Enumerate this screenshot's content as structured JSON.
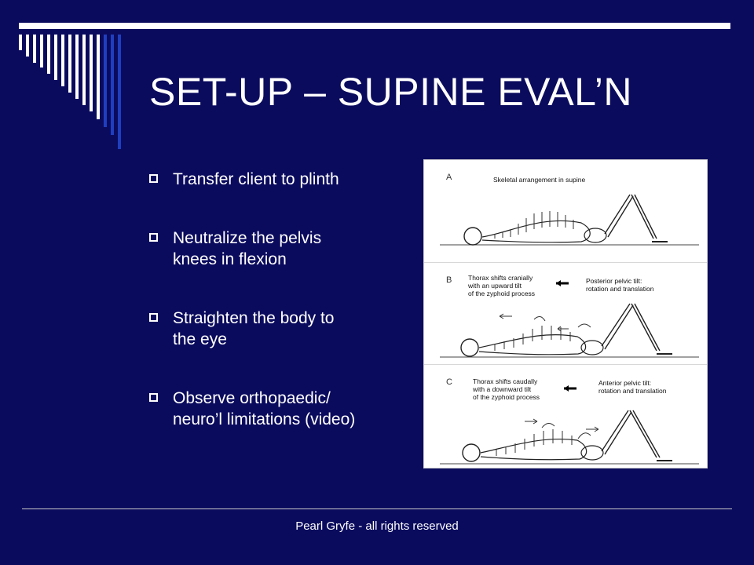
{
  "slide": {
    "title": "SET-UP – SUPINE EVAL’N",
    "bullets": [
      "Transfer client to plinth",
      "Neutralize the pelvis\nknees in flexion",
      "Straighten the body to\nthe eye",
      "Observe orthopaedic/\nneuro’l limitations (video)"
    ],
    "footer": "Pearl Gryfe - all rights reserved"
  },
  "figure": {
    "panels": [
      {
        "letter": "A",
        "caption_left": "Skeletal arrangement in supine",
        "caption_right": ""
      },
      {
        "letter": "B",
        "caption_left": "Thorax shifts cranially\nwith an upward tilt\nof the zyphoid process",
        "caption_right": "Posterior pelvic tilt:\nrotation and translation"
      },
      {
        "letter": "C",
        "caption_left": "Thorax shifts caudally\nwith a downward tilt\nof the zyphoid process",
        "caption_right": "Anterior pelvic tilt:\nrotation and translation"
      }
    ]
  },
  "colors": {
    "background": "#0b0b5e",
    "text": "#ffffff",
    "deco_dark": "#1f3fbf",
    "deco_light": "#ffffff"
  }
}
